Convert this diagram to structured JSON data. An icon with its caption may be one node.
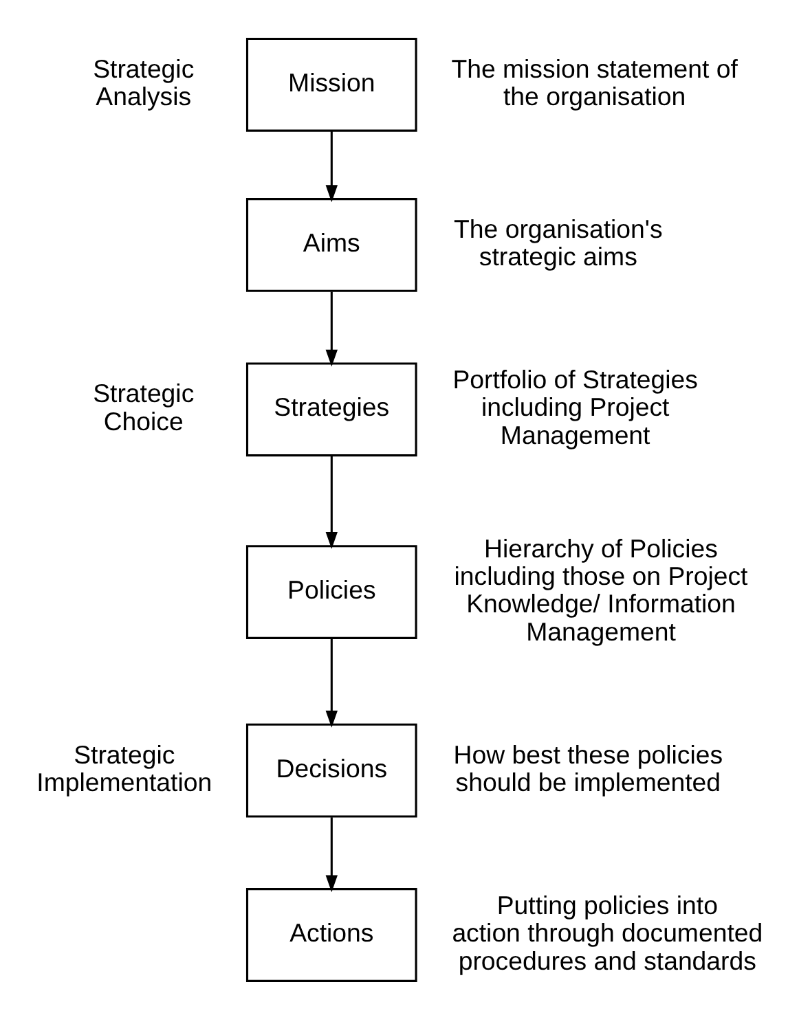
{
  "diagram": {
    "nodes": [
      {
        "text": [
          "Mission"
        ],
        "beside": [
          "The mission statement of the organisation"
        ]
      },
      {
        "text": [
          "Aims"
        ],
        "beside": [
          "The organisation's strategic aims"
        ]
      },
      {
        "text": [
          "Strategies"
        ],
        "beside": [
          "Portfolio of Strategies including Project Management"
        ]
      },
      {
        "text": [
          "Policies"
        ],
        "beside": [
          "Hierarchy of Policies including those on Project Knowledge/ Information Management"
        ]
      },
      {
        "text": [
          "Decisions"
        ],
        "beside": [
          "How best these policies should be implemented"
        ]
      },
      {
        "text": [
          "Actions"
        ],
        "beside": [
          "Putting policies into action through documented procedures and standards"
        ]
      }
    ],
    "edges": [
      {
        "from": 0,
        "to": 1,
        "arrow": "to"
      },
      {
        "from": 1,
        "to": 2,
        "arrow": "to"
      },
      {
        "from": 2,
        "to": 3,
        "arrow": "to"
      },
      {
        "from": 3,
        "to": 4,
        "arrow": "to"
      },
      {
        "from": 4,
        "to": 5,
        "arrow": "to"
      }
    ],
    "labels": [
      "Strategic Analysis",
      "Strategic Choice",
      "Strategic Implementation"
    ]
  }
}
